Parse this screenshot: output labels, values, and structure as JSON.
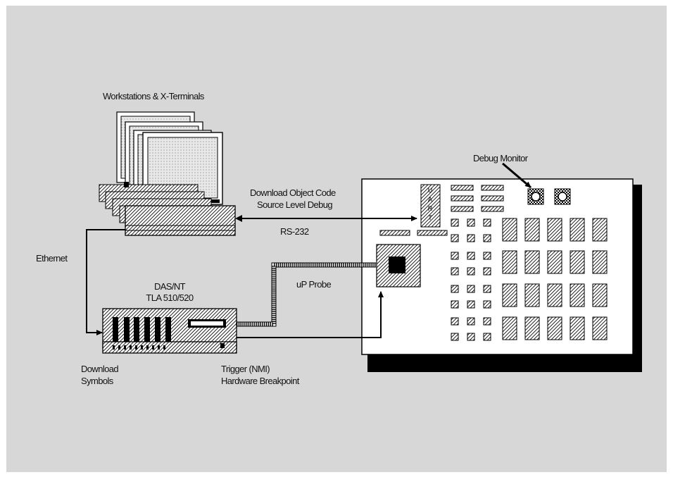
{
  "labels": {
    "workstations": "Workstations & X-Terminals",
    "debug_monitor": "Debug Monitor",
    "download_object_code": "Download Object Code",
    "source_level_debug": "Source Level Debug",
    "rs232": "RS-232",
    "ethernet": "Ethernet",
    "das_nt": "DAS/NT",
    "tla": "TLA 510/520",
    "up_probe": "uP Probe",
    "download": "Download",
    "symbols": "Symbols",
    "trigger": "Trigger (NMI)",
    "hardware_breakpoint": "Hardware Breakpoint",
    "uart": "UART"
  },
  "colors": {
    "background": "#d7d7d7",
    "ink": "#000000",
    "board": "#ffffff",
    "screen": "#e4e4e4"
  }
}
